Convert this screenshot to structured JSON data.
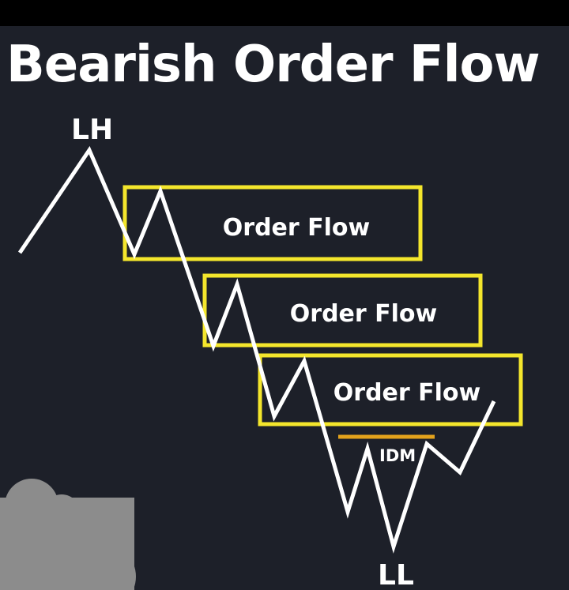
{
  "title": "Bearish Order Flow",
  "labels": {
    "lh": "LH",
    "ll": "LL",
    "idm": "IDM"
  },
  "zones": [
    {
      "label": "Order Flow"
    },
    {
      "label": "Order Flow"
    },
    {
      "label": "Order Flow"
    }
  ],
  "colors": {
    "background": "#1d2029",
    "top_bar": "#000000",
    "zone_border": "#f4e62c",
    "idm_line": "#e3a21c",
    "price_line": "#ffffff",
    "blob": "#8c8c8c"
  }
}
